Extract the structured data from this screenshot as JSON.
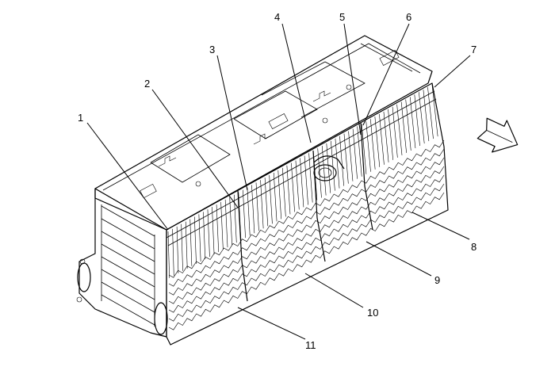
{
  "diagram": {
    "callouts": [
      {
        "id": "1",
        "label": "1"
      },
      {
        "id": "2",
        "label": "2"
      },
      {
        "id": "3",
        "label": "3"
      },
      {
        "id": "4",
        "label": "4"
      },
      {
        "id": "5",
        "label": "5"
      },
      {
        "id": "6",
        "label": "6"
      },
      {
        "id": "7",
        "label": "7"
      },
      {
        "id": "8",
        "label": "8"
      },
      {
        "id": "9",
        "label": "9"
      },
      {
        "id": "10",
        "label": "10"
      },
      {
        "id": "11",
        "label": "11"
      }
    ],
    "direction_arrow": "front-direction-arrow",
    "line_color": "#000000",
    "background": "#ffffff"
  }
}
